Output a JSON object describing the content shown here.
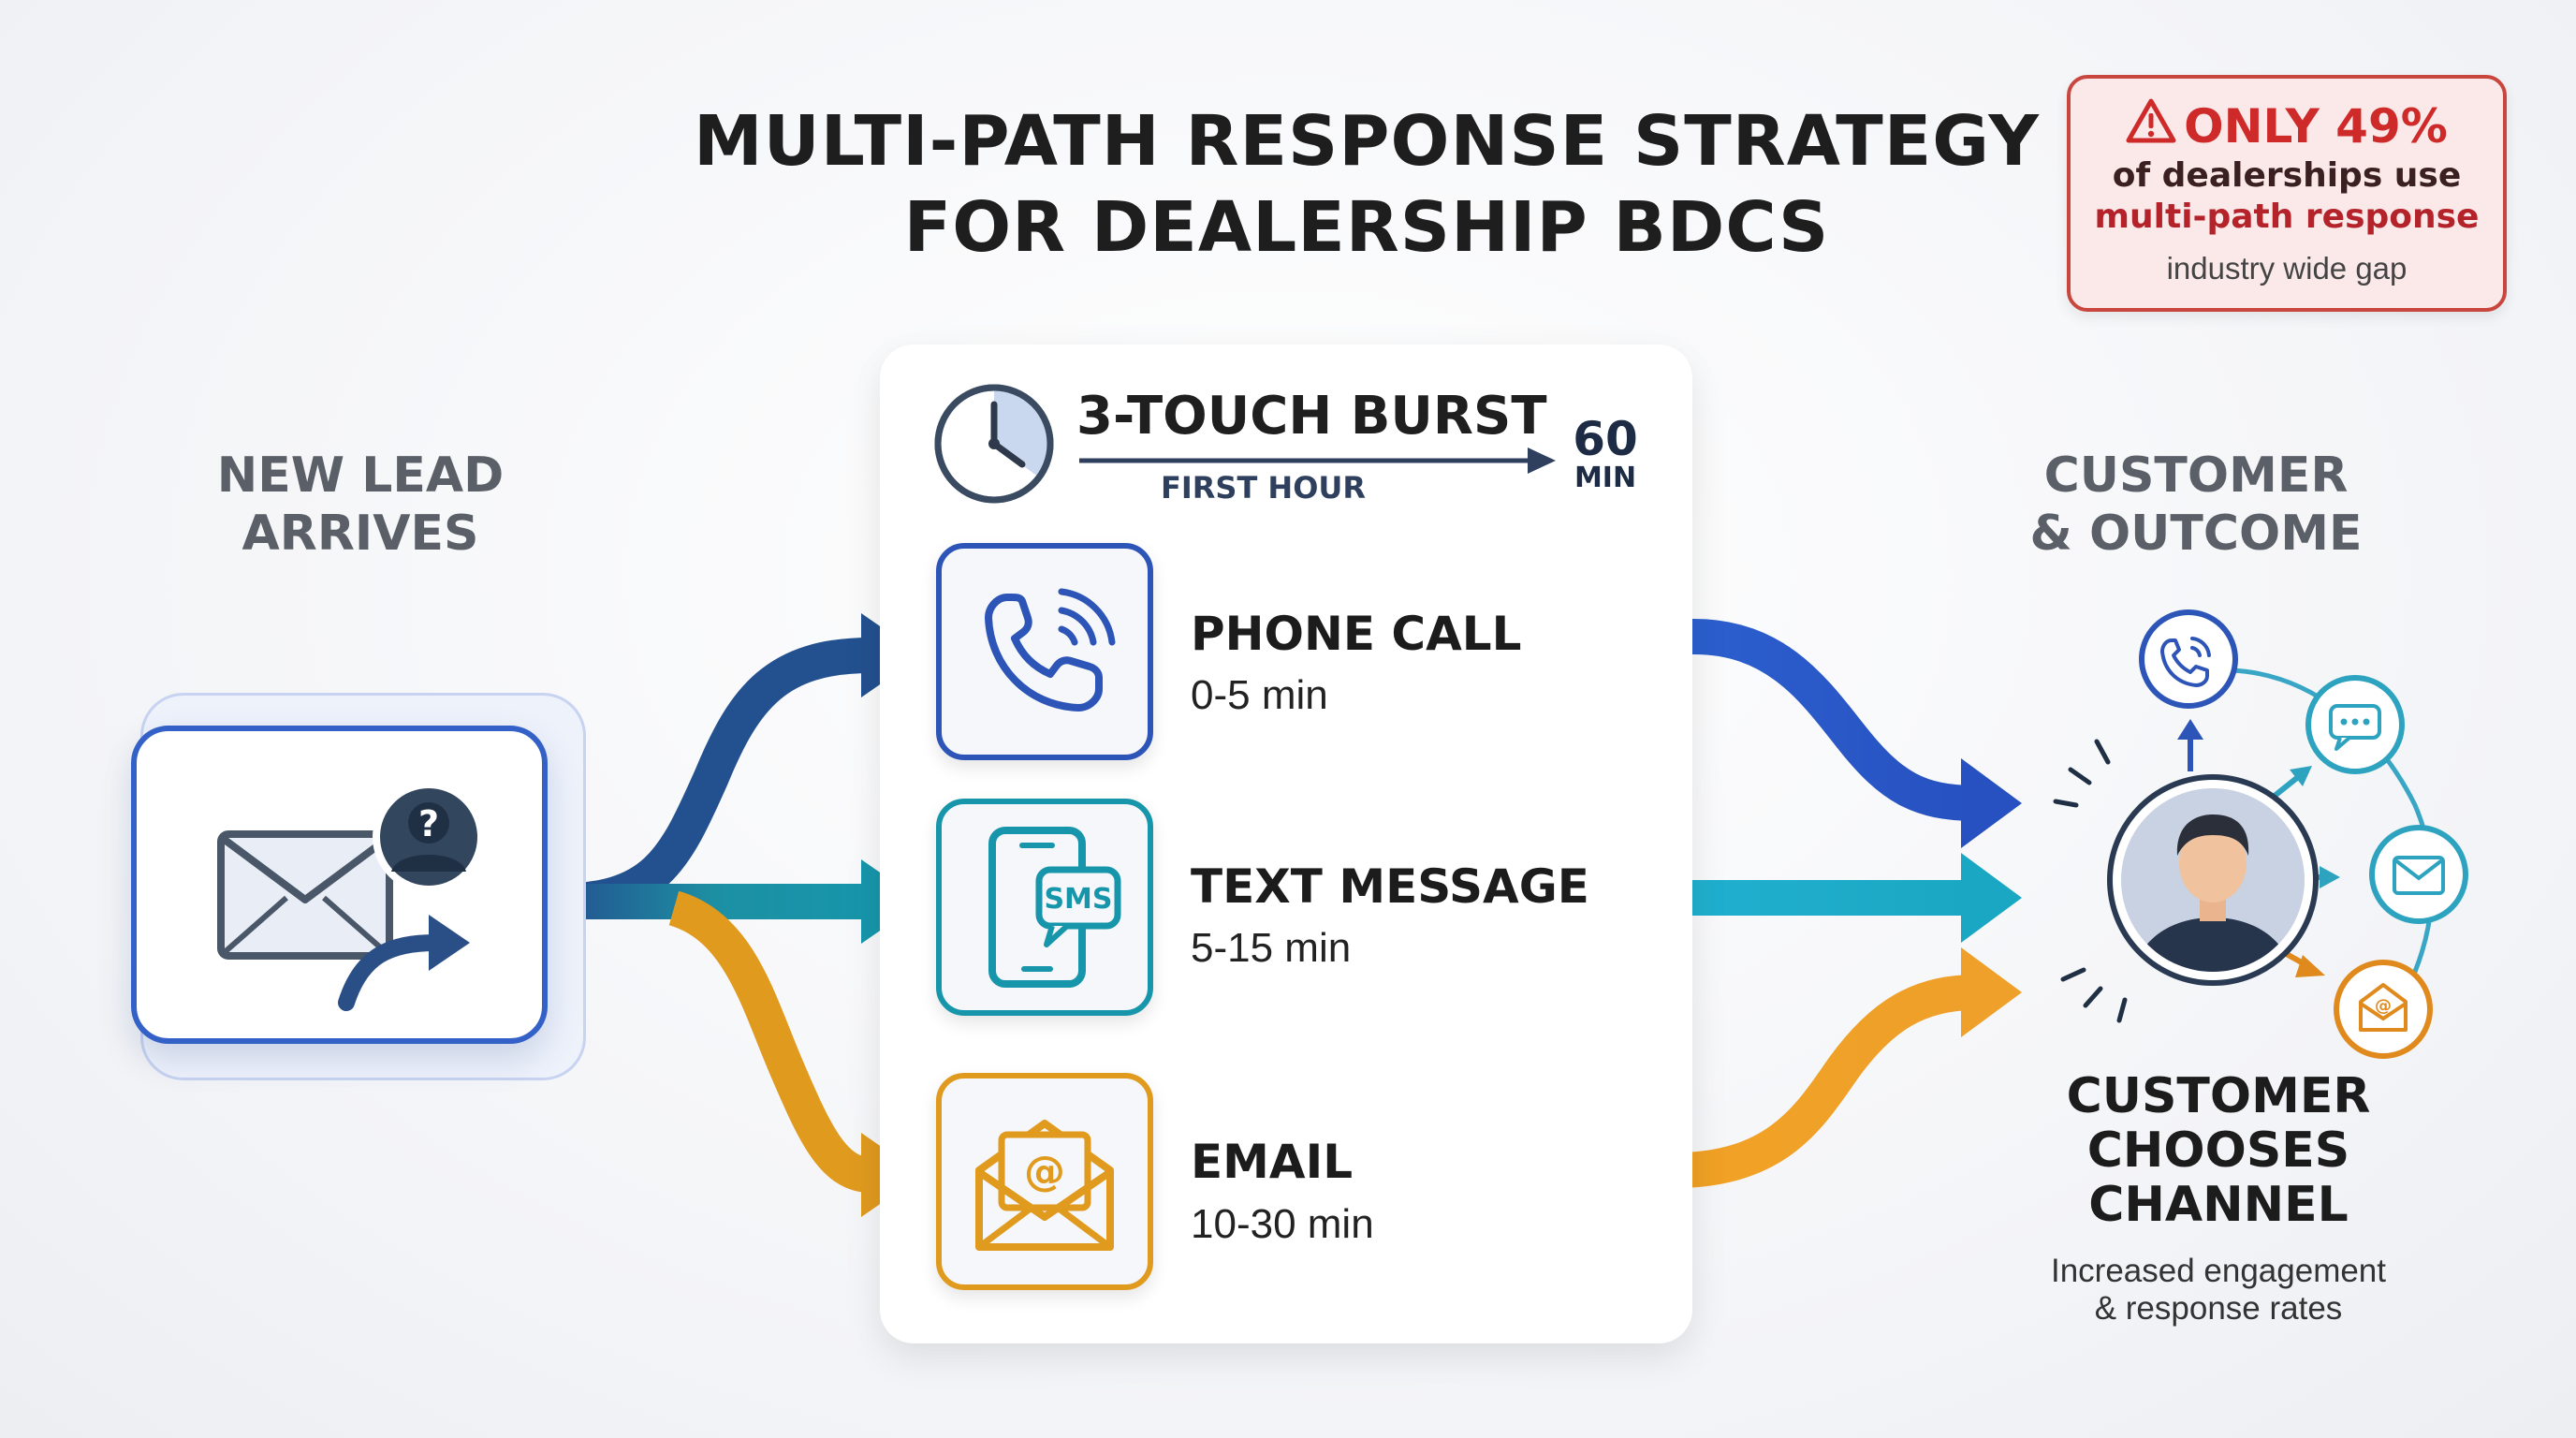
{
  "title": {
    "line1": "MULTI-PATH RESPONSE STRATEGY",
    "line2": "FOR DEALERSHIP BDCS"
  },
  "stat_callout": {
    "headline": "ONLY 49%",
    "line1": "of dealerships use",
    "line2": "multi-path response",
    "note": "industry wide gap",
    "icon": "warning-triangle-icon",
    "accent_color": "#cf2a2a"
  },
  "lead": {
    "heading_line1": "NEW LEAD",
    "heading_line2": "ARRIVES",
    "icon": "envelope-with-unknown-person-icon",
    "badge_glyph": "?"
  },
  "burst": {
    "title": "3-TOUCH BURST",
    "subtitle": "FIRST HOUR",
    "duration_value": "60",
    "duration_unit": "MIN",
    "icon": "clock-icon"
  },
  "channels": [
    {
      "label": "PHONE CALL",
      "time": "0-5 min",
      "icon": "phone-icon",
      "color": "#2d55b8"
    },
    {
      "label": "TEXT MESSAGE",
      "time": "5-15 min",
      "icon": "sms-phone-icon",
      "badge": "SMS",
      "color": "#1796ab"
    },
    {
      "label": "EMAIL",
      "time": "10-30 min",
      "icon": "email-at-icon",
      "badge": "@",
      "color": "#e09a1e"
    }
  ],
  "customer": {
    "heading_line1": "CUSTOMER",
    "heading_line2": "& OUTCOME",
    "choose_line1": "CUSTOMER",
    "choose_line2": "CHOOSES",
    "choose_line3": "CHANNEL",
    "note_line1": "Increased engagement",
    "note_line2": "& response rates",
    "icon": "customer-avatar-icon",
    "channel_icons": [
      "phone-icon",
      "chat-bubble-icon",
      "envelope-icon",
      "email-at-icon"
    ]
  }
}
